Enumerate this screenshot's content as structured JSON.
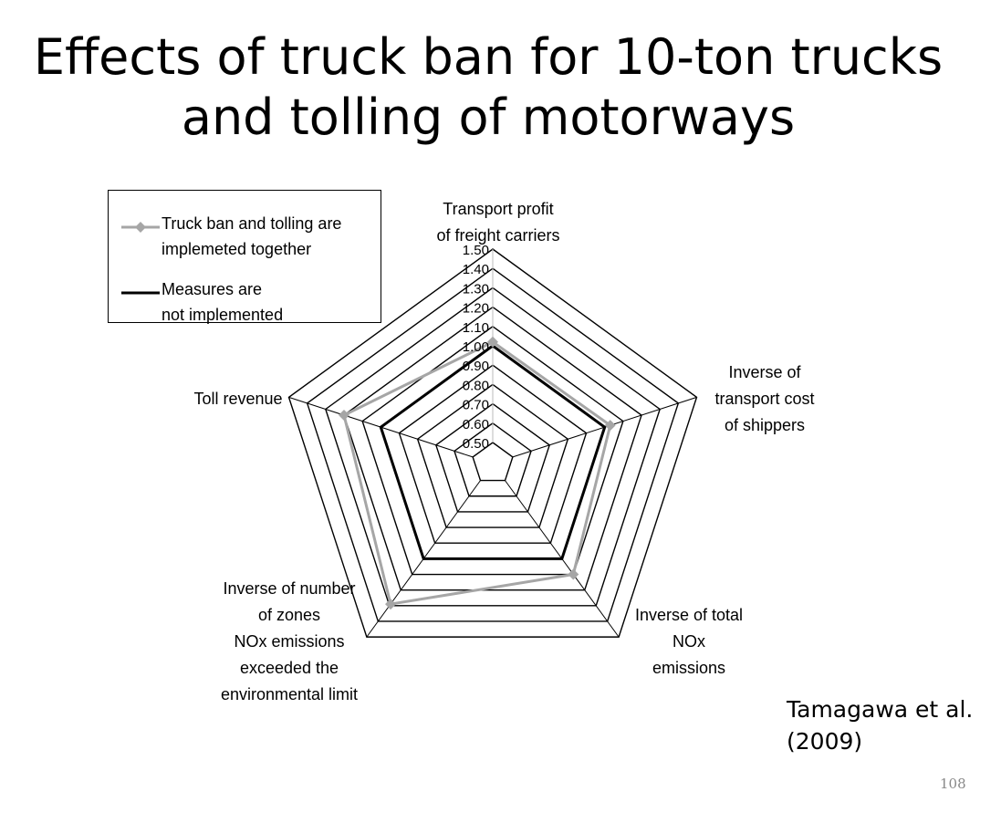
{
  "slide": {
    "title_line1": "Effects of truck ban for 10-ton trucks",
    "title_line2": "and tolling of motorways",
    "credit": "Tamagawa et al.\n(2009)",
    "page_number": "108"
  },
  "chart_data": {
    "type": "radar",
    "axes": [
      "Transport profit\nof freight carriers",
      "Inverse of\ntransport cost\nof shippers",
      "Inverse of total\nNOx\nemissions",
      "Inverse of number\nof zones\nNOx emissions\nexceeded the\nenvironmental limit",
      "Toll revenue"
    ],
    "tick_labels": [
      "0.50",
      "0.60",
      "0.70",
      "0.80",
      "0.90",
      "1.00",
      "1.10",
      "1.20",
      "1.30",
      "1.40",
      "1.50"
    ],
    "rlim": [
      0.5,
      1.5
    ],
    "series": [
      {
        "name": "Truck ban and tolling are\nimplemeted together",
        "values": [
          1.02,
          1.03,
          1.1,
          1.29,
          1.2
        ],
        "color": "#a6a6a6",
        "marker": "diamond"
      },
      {
        "name": "Measures are\nnot implemented",
        "values": [
          1.0,
          1.0,
          1.0,
          1.0,
          1.0
        ],
        "color": "#000000",
        "marker": "none"
      }
    ],
    "legend_position": "top-left"
  }
}
